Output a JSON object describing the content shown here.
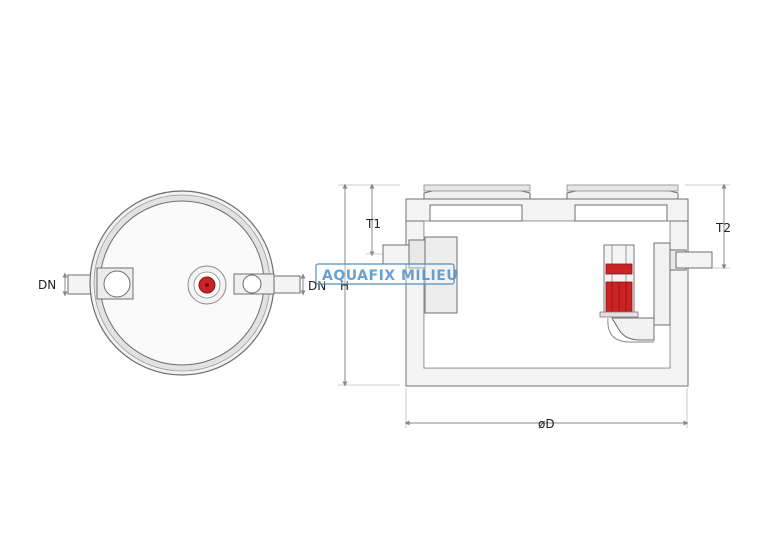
{
  "labels": {
    "dn_left": "DN",
    "dn_right": "DN",
    "height": "H",
    "t1": "T1",
    "t2": "T2",
    "diameter": "øD"
  },
  "watermark": "AQUAFIX MILIEU",
  "colors": {
    "outline": "#6f6f6f",
    "fill_light": "#f7f7f7",
    "fill_mid": "#e3e3e3",
    "accent_red": "#cc2222",
    "watermark": "#4f8fca"
  }
}
